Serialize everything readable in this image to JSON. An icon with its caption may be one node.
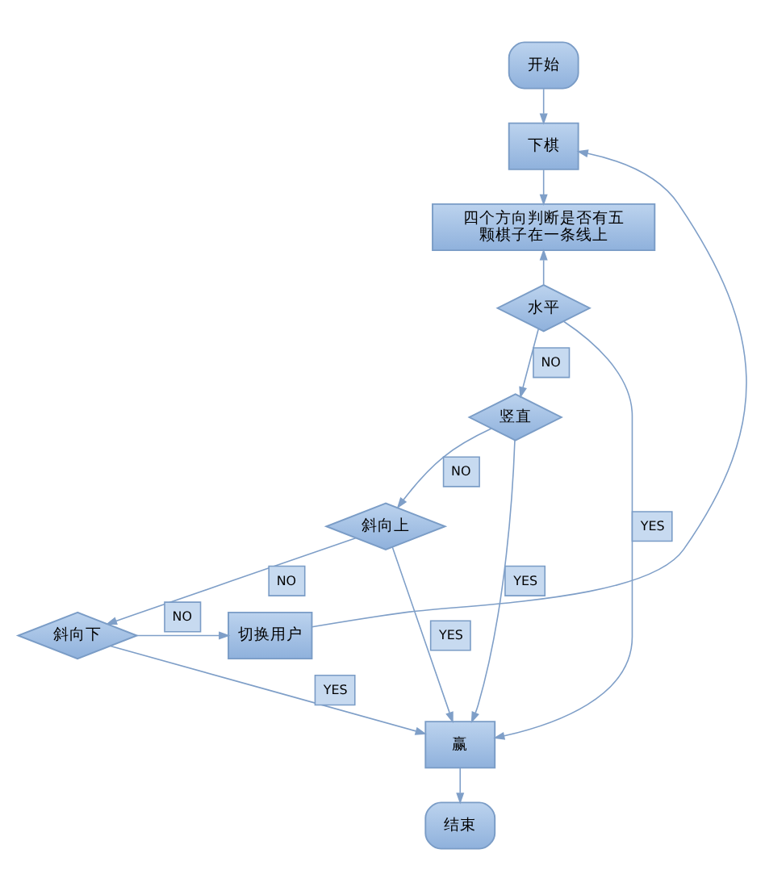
{
  "diagram": {
    "nodes": [
      {
        "text": [
          "开始"
        ]
      },
      {
        "text": [
          "下棋"
        ]
      },
      {
        "text": [
          "四个方向判断是否有五颗棋子在一条线上"
        ]
      },
      {
        "text": [
          "水平"
        ]
      },
      {
        "text": [
          "竖直"
        ]
      },
      {
        "text": [
          "斜向上"
        ]
      },
      {
        "text": [
          "斜向下"
        ]
      },
      {
        "text": [
          "切换用户"
        ]
      },
      {
        "text": [
          "赢"
        ]
      },
      {
        "text": [
          "结束"
        ]
      }
    ],
    "edges": [
      {
        "from": 0,
        "to": 1,
        "arrow": "to"
      },
      {
        "from": 1,
        "to": 2,
        "arrow": "to"
      },
      {
        "from": 3,
        "to": 2,
        "arrow": "to"
      },
      {
        "from": 3,
        "to": 4,
        "arrow": "to",
        "label": "NO"
      },
      {
        "from": 4,
        "to": 5,
        "arrow": "to",
        "label": "NO"
      },
      {
        "from": 5,
        "to": 6,
        "arrow": "to",
        "label": "NO"
      },
      {
        "from": 6,
        "to": 7,
        "arrow": "to",
        "label": "NO"
      },
      {
        "from": 7,
        "to": 1,
        "arrow": "to"
      },
      {
        "from": 3,
        "to": 8,
        "arrow": "to",
        "label": "YES"
      },
      {
        "from": 4,
        "to": 8,
        "arrow": "to",
        "label": "YES"
      },
      {
        "from": 5,
        "to": 8,
        "arrow": "to",
        "label": "YES"
      },
      {
        "from": 6,
        "to": 8,
        "arrow": "to",
        "label": "YES"
      },
      {
        "from": 8,
        "to": 9,
        "arrow": "to"
      }
    ]
  }
}
